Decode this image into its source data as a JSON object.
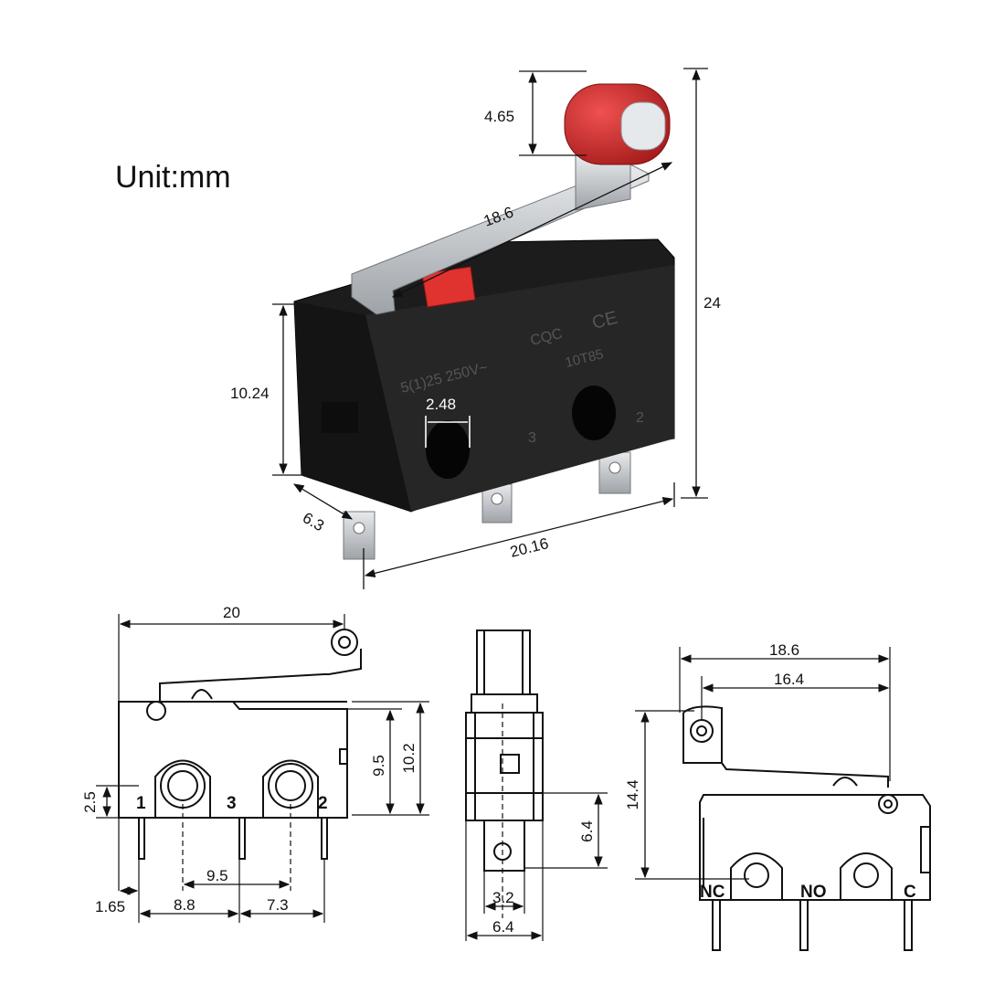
{
  "unit_label": "Unit:mm",
  "photo_dims": {
    "roller_dia": "4.65",
    "lever_length": "18.6",
    "total_height": "24",
    "body_height": "10.24",
    "hole_dia": "2.48",
    "depth": "6.3",
    "body_length": "20.16"
  },
  "body_markings": {
    "rating": "5(1)25 250V~",
    "code": "10T85",
    "cert": "CE",
    "terminal_3": "3",
    "terminal_2": "2"
  },
  "front_view": {
    "width": "20",
    "pin_height": "2.5",
    "height_a": "9.5",
    "height_b": "10.2",
    "pin_pitch_mid": "9.5",
    "offset": "1.65",
    "pitch_left": "8.8",
    "pitch_right": "7.3",
    "pin_1": "1",
    "pin_3": "3",
    "pin_2": "2"
  },
  "side_view": {
    "tab_height": "6.4",
    "tab_width": "3.2",
    "body_width": "6.4"
  },
  "rear_view": {
    "lever_reach": "18.6",
    "pivot_to_lever": "16.4",
    "roller_height": "14.4",
    "label_nc": "NC",
    "label_no": "NO",
    "label_c": "C"
  },
  "colors": {
    "body": "#1c1c1c",
    "roller": "#d42a2a",
    "metal": "#c9cdd1",
    "line": "#111111"
  }
}
